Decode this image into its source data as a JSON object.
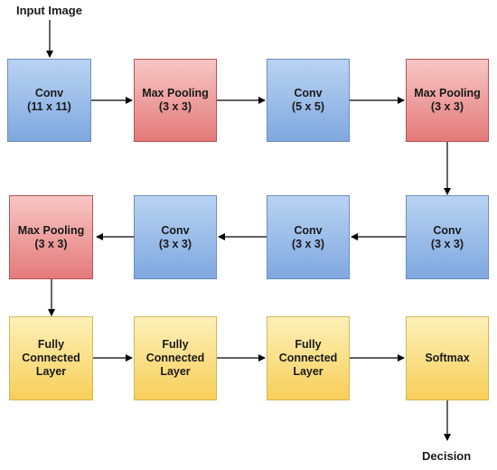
{
  "labels": {
    "input": "Input Image",
    "output": "Decision"
  },
  "rows": [
    [
      {
        "line1": "Conv",
        "line2": "(11 x 11)",
        "line3": ""
      },
      {
        "line1": "Max Pooling",
        "line2": "(3 x 3)",
        "line3": ""
      },
      {
        "line1": "Conv",
        "line2": "(5 x 5)",
        "line3": ""
      },
      {
        "line1": "Max Pooling",
        "line2": "(3 x 3)",
        "line3": ""
      }
    ],
    [
      {
        "line1": "Max Pooling",
        "line2": "(3 x 3)",
        "line3": ""
      },
      {
        "line1": "Conv",
        "line2": "(3 x 3)",
        "line3": ""
      },
      {
        "line1": "Conv",
        "line2": "(3 x 3)",
        "line3": ""
      },
      {
        "line1": "Conv",
        "line2": "(3 x 3)",
        "line3": ""
      }
    ],
    [
      {
        "line1": "Fully",
        "line2": "Connected",
        "line3": "Layer"
      },
      {
        "line1": "Fully",
        "line2": "Connected",
        "line3": "Layer"
      },
      {
        "line1": "Fully",
        "line2": "Connected",
        "line3": "Layer"
      },
      {
        "line1": "Softmax",
        "line2": "",
        "line3": ""
      }
    ]
  ],
  "colors": {
    "conv": "#7fa8e0",
    "pooling": "#e47a7a",
    "dense": "#f7cf59",
    "arrow": "#000000"
  }
}
